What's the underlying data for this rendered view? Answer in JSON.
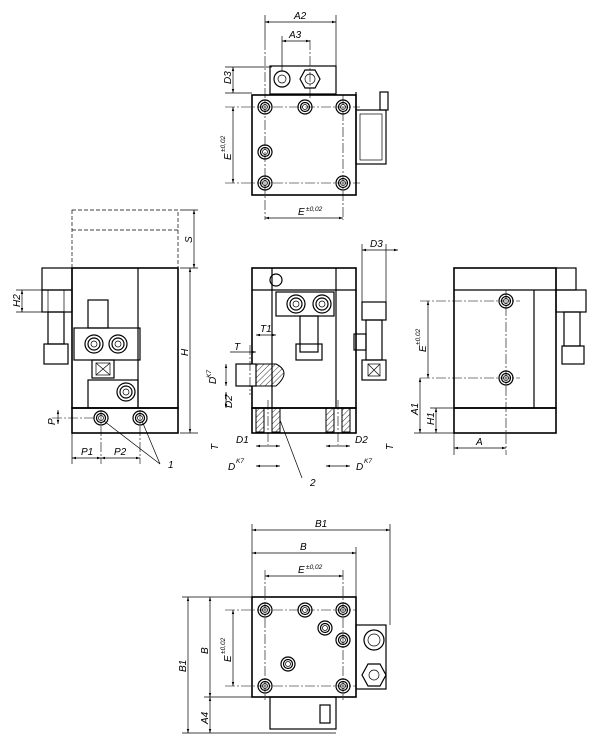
{
  "labels": {
    "A2": "A2",
    "A3": "A3",
    "D3_top": "D3",
    "E_top_v": "E",
    "E_top_h": "E",
    "tol": "±0,02",
    "S": "S",
    "H": "H",
    "H2": "H2",
    "P": "P",
    "P1": "P1",
    "P2": "P2",
    "callout1": "1",
    "T1": "T1",
    "T_a": "T",
    "DK7_a": "D",
    "K7": "K7",
    "D2_a": "D2",
    "T_b": "T",
    "D1": "D1",
    "DK7_b": "D",
    "callout2": "2",
    "D3_mid": "D3",
    "D2_b": "D2",
    "DK7_c": "D",
    "T_c": "T",
    "E_right": "E",
    "A1": "A1",
    "H1": "H1",
    "A": "A",
    "B1_top": "B1",
    "B_top": "B",
    "E_bot_h": "E",
    "B1_left": "B1",
    "B_left": "B",
    "E_bot_v": "E",
    "A4": "A4"
  }
}
